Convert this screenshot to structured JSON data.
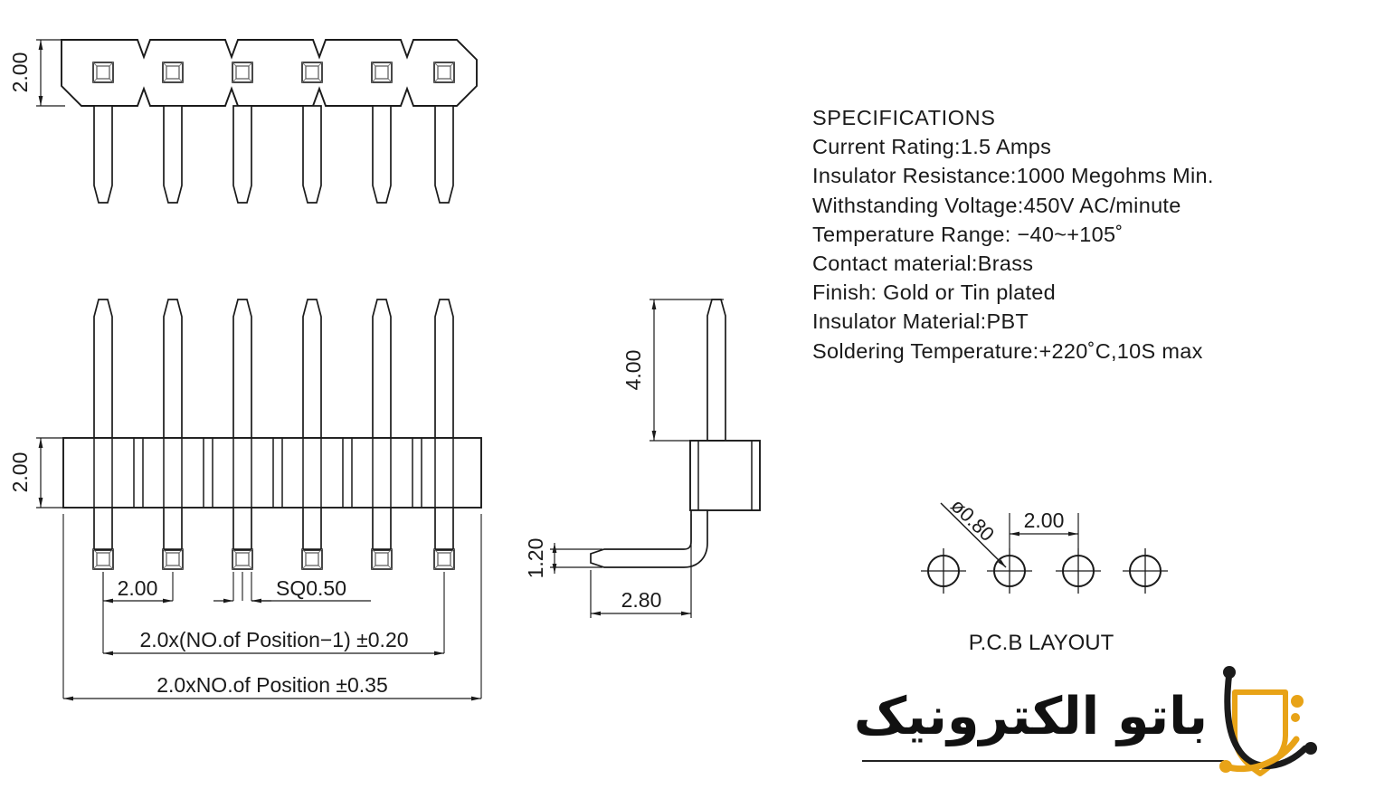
{
  "document": {
    "type": "engineering-drawing",
    "subject": "2.00mm pitch right-angle pin header connector",
    "background_color": "#ffffff",
    "line_color": "#1a1a1a"
  },
  "specifications": {
    "heading": "SPECIFICATIONS",
    "lines": [
      "Current  Rating:1.5  Amps",
      "Insulator  Resistance:1000  Megohms  Min.",
      "Withstanding  Voltage:450V  AC/minute",
      "Temperature  Range:  −40~+105˚",
      "Contact  material:Brass",
      "Finish:  Gold  or  Tin  plated",
      "Insulator  Material:PBT",
      "Soldering  Temperature:+220˚C,10S  max"
    ]
  },
  "top_view": {
    "name": "top-view",
    "positions": 6,
    "dimensions": {
      "body_height": "2.00"
    }
  },
  "front_view": {
    "name": "front-view",
    "positions": 6,
    "dimensions": {
      "body_height": "2.00",
      "pitch": "2.00",
      "pin_size": "SQ0.50",
      "inner_span": "2.0x(NO.of  Position−1)  ±0.20",
      "overall_span": "2.0xNO.of  Position  ±0.35"
    }
  },
  "side_view": {
    "name": "side-view",
    "dimensions": {
      "pin_above_body": "4.00",
      "tail_height": "1.20",
      "tail_length": "2.80"
    }
  },
  "pcb_layout": {
    "caption": "P.C.B  LAYOUT",
    "hole_count": 4,
    "dimensions": {
      "hole_diameter": "ø0.80",
      "pitch": "2.00"
    }
  },
  "watermark": {
    "brand_text": "باتو الکترونیک",
    "colors": {
      "gold": "#E8A317",
      "dark": "#1b1b1b"
    }
  }
}
